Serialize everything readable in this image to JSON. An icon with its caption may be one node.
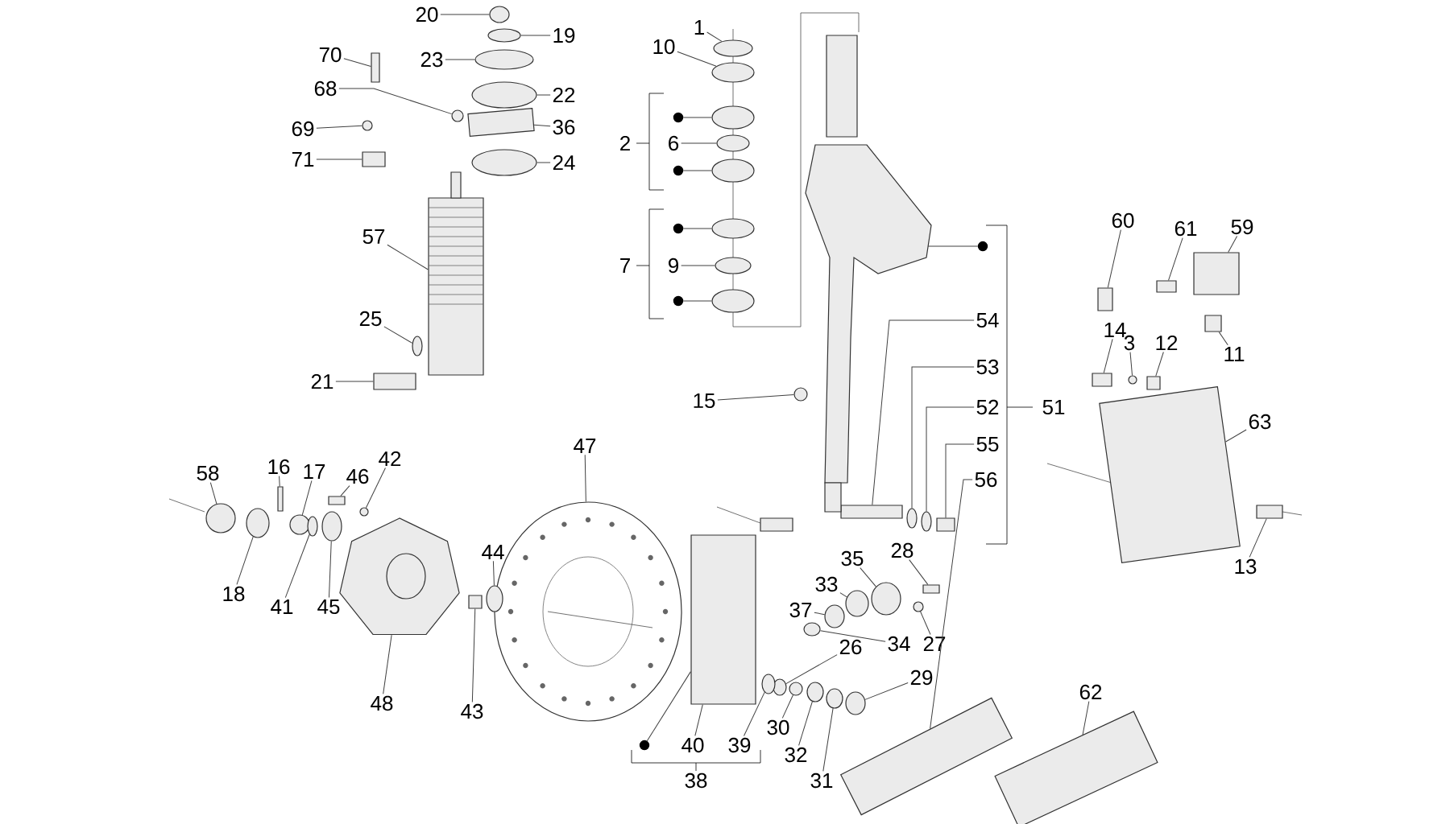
{
  "diagram": {
    "nodes": [
      {
        "text": [
          "20"
        ]
      },
      {
        "text": [
          "19"
        ]
      },
      {
        "text": [
          "70"
        ]
      },
      {
        "text": [
          "23"
        ]
      },
      {
        "text": [
          "68"
        ]
      },
      {
        "text": [
          "22"
        ]
      },
      {
        "text": [
          "69"
        ]
      },
      {
        "text": [
          "36"
        ]
      },
      {
        "text": [
          "71"
        ]
      },
      {
        "text": [
          "24"
        ]
      },
      {
        "text": [
          "57"
        ]
      },
      {
        "text": [
          "25"
        ]
      },
      {
        "text": [
          "21"
        ]
      },
      {
        "text": [
          "1"
        ]
      },
      {
        "text": [
          "10"
        ]
      },
      {
        "text": [
          "6"
        ]
      },
      {
        "text": [
          "9"
        ]
      },
      {
        "text": [
          "15"
        ]
      },
      {
        "text": [
          "60"
        ]
      },
      {
        "text": [
          "61"
        ]
      },
      {
        "text": [
          "59"
        ]
      },
      {
        "text": [
          "14"
        ]
      },
      {
        "text": [
          "3"
        ]
      },
      {
        "text": [
          "12"
        ]
      },
      {
        "text": [
          "11"
        ]
      },
      {
        "text": [
          "54"
        ]
      },
      {
        "text": [
          "53"
        ]
      },
      {
        "text": [
          "52"
        ]
      },
      {
        "text": [
          "55"
        ]
      },
      {
        "text": [
          "56"
        ]
      },
      {
        "text": [
          "63"
        ]
      },
      {
        "text": [
          "13"
        ]
      },
      {
        "text": [
          "58"
        ]
      },
      {
        "text": [
          "16"
        ]
      },
      {
        "text": [
          "17"
        ]
      },
      {
        "text": [
          "46"
        ]
      },
      {
        "text": [
          "42"
        ]
      },
      {
        "text": [
          "47"
        ]
      },
      {
        "text": [
          "44"
        ]
      },
      {
        "text": [
          "18"
        ]
      },
      {
        "text": [
          "41"
        ]
      },
      {
        "text": [
          "45"
        ]
      },
      {
        "text": [
          "48"
        ]
      },
      {
        "text": [
          "43"
        ]
      },
      {
        "text": [
          "35"
        ]
      },
      {
        "text": [
          "28"
        ]
      },
      {
        "text": [
          "33"
        ]
      },
      {
        "text": [
          "37"
        ]
      },
      {
        "text": [
          "34"
        ]
      },
      {
        "text": [
          "27"
        ]
      },
      {
        "text": [
          "26"
        ]
      },
      {
        "text": [
          "29"
        ]
      },
      {
        "text": [
          "30"
        ]
      },
      {
        "text": [
          "32"
        ]
      },
      {
        "text": [
          "31"
        ]
      },
      {
        "text": [
          "40"
        ]
      },
      {
        "text": [
          "39"
        ]
      },
      {
        "text": [
          "62"
        ]
      },
      {
        "text": [],
        "shape": "circle"
      },
      {
        "text": [],
        "shape": "circle"
      },
      {
        "text": [],
        "shape": "box"
      },
      {
        "text": [],
        "shape": "circle"
      },
      {
        "text": [],
        "shape": "circle"
      },
      {
        "text": [],
        "shape": "circle"
      },
      {
        "text": [],
        "shape": "circle"
      },
      {
        "text": [],
        "shape": "box"
      },
      {
        "text": [],
        "shape": "box"
      },
      {
        "text": [],
        "shape": "circle"
      },
      {
        "text": [],
        "shape": "box"
      },
      {
        "text": [],
        "shape": "circle"
      },
      {
        "text": [],
        "shape": "box"
      },
      {
        "text": [],
        "shape": "circle"
      },
      {
        "text": [],
        "shape": "circle"
      },
      {
        "text": [],
        "shape": "circle"
      },
      {
        "text": [],
        "shape": "circle"
      },
      {
        "text": [],
        "shape": "circle"
      },
      {
        "text": [],
        "shape": "box"
      },
      {
        "text": [],
        "shape": "box"
      },
      {
        "text": [],
        "shape": "box"
      },
      {
        "text": [],
        "shape": "box"
      },
      {
        "text": [],
        "shape": "circle"
      },
      {
        "text": [],
        "shape": "box"
      },
      {
        "text": [],
        "shape": "box"
      },
      {
        "text": [],
        "shape": "box"
      },
      {
        "text": [],
        "shape": "circle"
      },
      {
        "text": [],
        "shape": "circle"
      },
      {
        "text": [],
        "shape": "box"
      },
      {
        "text": [],
        "shape": "box"
      },
      {
        "text": [],
        "shape": "box"
      },
      {
        "text": [],
        "shape": "box"
      },
      {
        "text": [],
        "shape": "circle"
      },
      {
        "text": [],
        "shape": "box"
      },
      {
        "text": [],
        "shape": "circle"
      },
      {
        "text": [],
        "shape": "box"
      },
      {
        "text": [],
        "shape": "circle"
      },
      {
        "text": [],
        "shape": "circle"
      },
      {
        "text": [],
        "shape": "circle"
      },
      {
        "text": [],
        "shape": "circle"
      },
      {
        "text": [],
        "shape": "circle"
      },
      {
        "text": [],
        "shape": "circle"
      },
      {
        "text": [],
        "shape": "picture"
      },
      {
        "text": [],
        "shape": "box"
      },
      {
        "text": [],
        "shape": "circle"
      },
      {
        "text": [],
        "shape": "box"
      },
      {
        "text": [],
        "shape": "circle"
      },
      {
        "text": [],
        "shape": "circle"
      },
      {
        "text": [],
        "shape": "circle"
      },
      {
        "text": [],
        "shape": "circle"
      },
      {
        "text": [],
        "shape": "circle"
      },
      {
        "text": [],
        "shape": "circle"
      },
      {
        "text": [],
        "shape": "circle"
      },
      {
        "text": [],
        "shape": "circle"
      },
      {
        "text": [],
        "shape": "circle"
      },
      {
        "text": [],
        "shape": "box"
      },
      {
        "text": [],
        "shape": "circle"
      },
      {
        "text": [],
        "shape": "box"
      },
      {
        "text": [],
        "shape": "circle"
      },
      {
        "text": [],
        "shape": "circle"
      },
      {
        "text": [],
        "shape": "circle"
      },
      {
        "text": [],
        "shape": "circle"
      },
      {
        "text": [],
        "shape": "picture"
      },
      {
        "text": [],
        "shape": "circle"
      },
      {
        "text": [],
        "shape": "circle"
      },
      {
        "text": [],
        "shape": "circle"
      },
      {
        "text": [],
        "shape": "circle"
      },
      {
        "text": [],
        "shape": "circle"
      },
      {
        "text": [],
        "shape": "circle"
      }
    ],
    "edges": [
      {
        "from": 0,
        "to": 58,
        "arrow": "none"
      },
      {
        "from": 1,
        "to": 59,
        "arrow": "none"
      },
      {
        "from": 2,
        "to": 60,
        "arrow": "none"
      },
      {
        "from": 3,
        "to": 61,
        "arrow": "none"
      },
      {
        "from": 4,
        "to": 62,
        "arrow": "none"
      },
      {
        "from": 5,
        "to": 63,
        "arrow": "none"
      },
      {
        "from": 6,
        "to": 64,
        "arrow": "none"
      },
      {
        "from": 7,
        "to": 65,
        "arrow": "none"
      },
      {
        "from": 8,
        "to": 66,
        "arrow": "none"
      },
      {
        "from": 9,
        "to": 67,
        "arrow": "none"
      },
      {
        "from": 10,
        "to": 68,
        "arrow": "none"
      },
      {
        "from": 11,
        "to": 69,
        "arrow": "none"
      },
      {
        "from": 12,
        "to": 70,
        "arrow": "none"
      },
      {
        "from": 13,
        "to": 71,
        "arrow": "none"
      },
      {
        "from": 14,
        "to": 72,
        "arrow": "none"
      },
      {
        "from": 15,
        "to": 73,
        "arrow": "none"
      },
      {
        "from": 16,
        "to": 74,
        "arrow": "none"
      },
      {
        "from": 17,
        "to": 75,
        "arrow": "none"
      },
      {
        "from": 18,
        "to": 76,
        "arrow": "none"
      },
      {
        "from": 19,
        "to": 77,
        "arrow": "none"
      },
      {
        "from": 20,
        "to": 78,
        "arrow": "none"
      },
      {
        "from": 21,
        "to": 79,
        "arrow": "none"
      },
      {
        "from": 22,
        "to": 80,
        "arrow": "none"
      },
      {
        "from": 23,
        "to": 81,
        "arrow": "none"
      },
      {
        "from": 24,
        "to": 82,
        "arrow": "none"
      },
      {
        "from": 25,
        "to": 83,
        "arrow": "none"
      },
      {
        "from": 26,
        "to": 84,
        "arrow": "none"
      },
      {
        "from": 27,
        "to": 85,
        "arrow": "none"
      },
      {
        "from": 28,
        "to": 86,
        "arrow": "none"
      },
      {
        "from": 29,
        "to": 87,
        "arrow": "none"
      },
      {
        "from": 30,
        "to": 88,
        "arrow": "none"
      },
      {
        "from": 31,
        "to": 89,
        "arrow": "none"
      },
      {
        "from": 32,
        "to": 90,
        "arrow": "none"
      },
      {
        "from": 33,
        "to": 91,
        "arrow": "none"
      },
      {
        "from": 34,
        "to": 92,
        "arrow": "none"
      },
      {
        "from": 35,
        "to": 93,
        "arrow": "none"
      },
      {
        "from": 36,
        "to": 94,
        "arrow": "none"
      },
      {
        "from": 37,
        "to": 95,
        "arrow": "none"
      },
      {
        "from": 38,
        "to": 96,
        "arrow": "none"
      },
      {
        "from": 39,
        "to": 97,
        "arrow": "none"
      },
      {
        "from": 40,
        "to": 98,
        "arrow": "none"
      },
      {
        "from": 41,
        "to": 99,
        "arrow": "none"
      },
      {
        "from": 42,
        "to": 100,
        "arrow": "none"
      },
      {
        "from": 43,
        "to": 101,
        "arrow": "none"
      },
      {
        "from": 44,
        "to": 102,
        "arrow": "none"
      },
      {
        "from": 45,
        "to": 103,
        "arrow": "none"
      },
      {
        "from": 46,
        "to": 104,
        "arrow": "none"
      },
      {
        "from": 47,
        "to": 105,
        "arrow": "none"
      },
      {
        "from": 48,
        "to": 106,
        "arrow": "none"
      },
      {
        "from": 49,
        "to": 107,
        "arrow": "none"
      },
      {
        "from": 50,
        "to": 108,
        "arrow": "none"
      },
      {
        "from": 51,
        "to": 109,
        "arrow": "none"
      },
      {
        "from": 52,
        "to": 110,
        "arrow": "none"
      },
      {
        "from": 53,
        "to": 111,
        "arrow": "none"
      },
      {
        "from": 54,
        "to": 112,
        "arrow": "none"
      },
      {
        "from": 55,
        "to": 113,
        "arrow": "none"
      },
      {
        "from": 56,
        "to": 114,
        "arrow": "none"
      },
      {
        "from": 57,
        "to": 115,
        "arrow": "none"
      },
      {
        "from": 121,
        "to": 116,
        "arrow": "none"
      },
      {
        "from": 122,
        "to": 117,
        "arrow": "none"
      },
      {
        "from": 123,
        "to": 118,
        "arrow": "none"
      },
      {
        "from": 124,
        "to": 119,
        "arrow": "none"
      },
      {
        "from": 125,
        "to": 120,
        "arrow": "none"
      },
      {
        "from": 126,
        "to": 113,
        "arrow": "none"
      }
    ],
    "labels": [
      "2",
      "7",
      "51",
      "38"
    ]
  }
}
